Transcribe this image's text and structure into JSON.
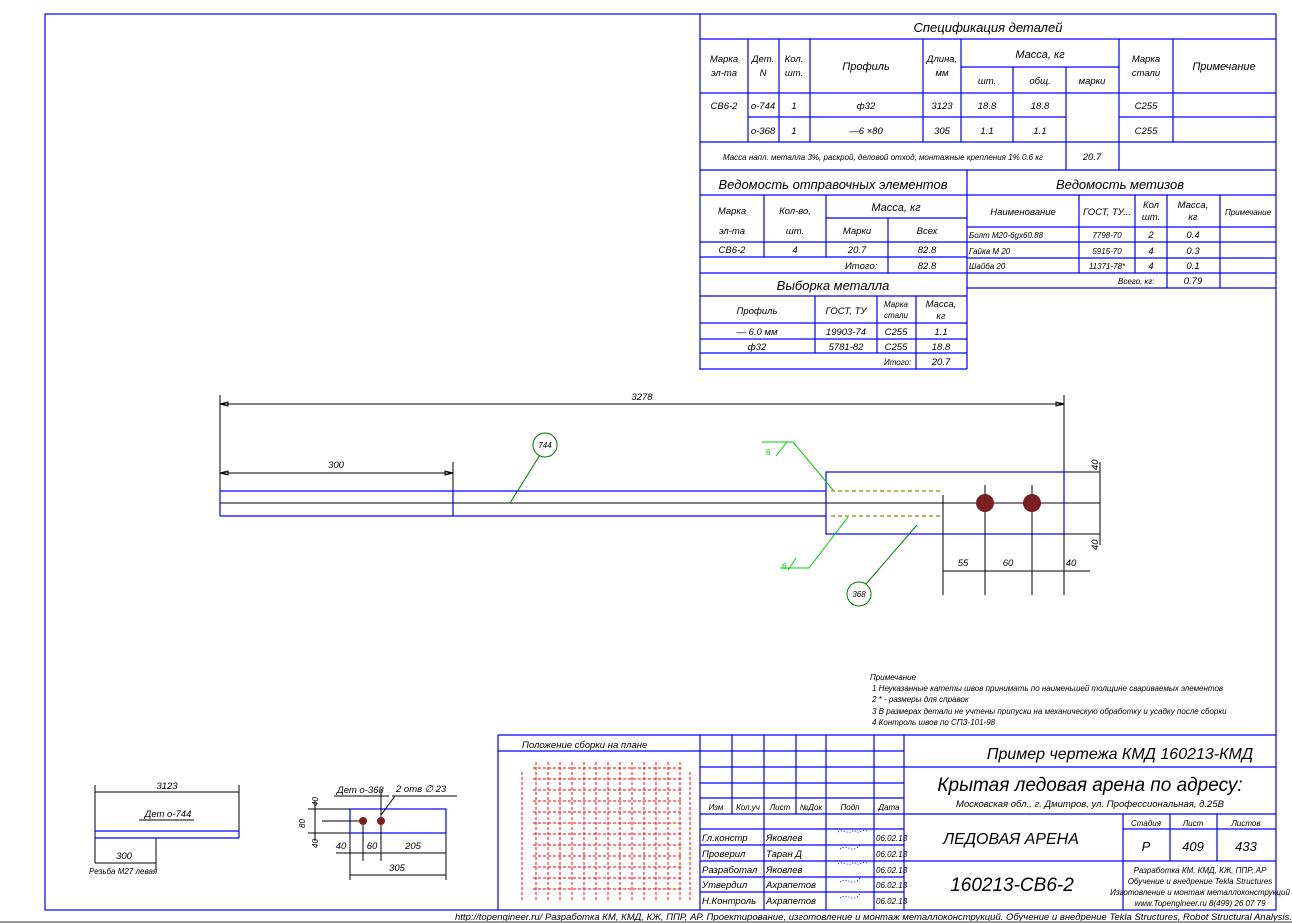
{
  "spec": {
    "title": "Спецификация деталей",
    "h_mark": [
      "Марка",
      "эл-та"
    ],
    "h_det": [
      "Дет.",
      "N"
    ],
    "h_qty": [
      "Кол.",
      "шт."
    ],
    "h_profile": "Профиль",
    "h_length": [
      "Длина,",
      "мм"
    ],
    "h_mass": "Масса, кг",
    "h_mass_unit": "шт.",
    "h_mass_total": "общ.",
    "h_mass_mark": "марки",
    "h_steel": [
      "Марка",
      "стали"
    ],
    "h_note": "Примечание",
    "mark": "СВ6-2",
    "rows": [
      {
        "det": "о-744",
        "qty": "1",
        "profile": "ф32",
        "length": "3123",
        "unit": "18.8",
        "total": "18.8",
        "steel": "С255"
      },
      {
        "det": "о-368",
        "qty": "1",
        "profile": "—6 ×80",
        "length": "305",
        "unit": "1.1",
        "total": "1.1",
        "steel": "С255"
      }
    ],
    "summary": "Масса напл. металла 3%, раскрой, деловой отход, монтажные крепления 1%    0.6 кг",
    "mark_mass": "20.7"
  },
  "shipping": {
    "title": "Ведомость отправочных элементов",
    "h_mark": [
      "Марка",
      "эл-та"
    ],
    "h_qty": [
      "Кол-во,",
      "шт."
    ],
    "h_mass": "Масса, кг",
    "h_marks": "Марки",
    "h_all": "Всех",
    "row": {
      "mark": "СВ6-2",
      "qty": "4",
      "mass": "20.7",
      "all": "82.8"
    },
    "total_label": "Итого:",
    "total": "82.8"
  },
  "metal": {
    "title": "Выборка металла",
    "h_profile": "Профиль",
    "h_gost": "ГОСТ, ТУ",
    "h_steel": [
      "Марка",
      "стали"
    ],
    "h_mass": [
      "Масса,",
      "кг"
    ],
    "rows": [
      {
        "profile": "— 6.0 мм",
        "gost": "19903-74",
        "steel": "С255",
        "mass": "1.1"
      },
      {
        "profile": "ф32",
        "gost": "5781-82",
        "steel": "С255",
        "mass": "18.8"
      }
    ],
    "total_label": "Итого:",
    "total": "20.7"
  },
  "hardware": {
    "title": "Ведомость метизов",
    "h_name": "Наименование",
    "h_gost": "ГОСТ, ТУ...",
    "h_qty": [
      "Кол",
      "шт."
    ],
    "h_mass": [
      "Масса,",
      "кг"
    ],
    "h_note": "Примечание",
    "rows": [
      {
        "name": "Болт М20-6gx60.88",
        "gost": "7798-70",
        "qty": "2",
        "mass": "0.4"
      },
      {
        "name": "Гайка М 20",
        "gost": "5915-70",
        "qty": "4",
        "mass": "0.3"
      },
      {
        "name": "Шайба 20",
        "gost": "11371-78*",
        "qty": "4",
        "mass": "0.1"
      }
    ],
    "total_label": "Всего, кг:",
    "total": "0.79"
  },
  "drawing": {
    "dim_total": "3278",
    "dim_300": "300",
    "dim_40a": "40",
    "dim_40b": "40",
    "dim_55": "55",
    "dim_60": "60",
    "dim_40c": "40",
    "balloon_744": "744",
    "balloon_368": "368",
    "weld_top": "6",
    "weld_bottom": "6"
  },
  "detail_744": {
    "dim_len": "3123",
    "label": "Дет  о-744",
    "dim_300": "300",
    "thread": "Резьба М27 левая"
  },
  "detail_368": {
    "label": "Дет  о-368",
    "holes": "2 отв ∅ 23",
    "dim_40a": "40",
    "dim_80": "80",
    "dim_40b": "40",
    "dim_40": "40",
    "dim_60": "60",
    "dim_205": "205",
    "dim_305": "305"
  },
  "notes": {
    "title": "Примечание",
    "items": [
      "1  Неуказанные катеты швов принимать по наименьшей толщине свариваемых элементов",
      "2  * - размеры для справок",
      "3  В размерах детали не учтены припуски на механическую обработку и усадку после сборки",
      "4  Контроль швов по СПЗ-101-98"
    ]
  },
  "plan": {
    "title": "Положение сборки на плане",
    "grid_color": "#ff0000"
  },
  "titleblock": {
    "headers": [
      "Изм",
      "Кол.уч",
      "Лист",
      "№Док",
      "Подп",
      "Дата"
    ],
    "people": [
      {
        "role": "Гл.констр",
        "name": "Яковлев",
        "date": "06.02.13"
      },
      {
        "role": "Проверил",
        "name": "Таран Д",
        "date": "06.02.13"
      },
      {
        "role": "Разработал",
        "name": "Яковлев",
        "date": "06.02.13"
      },
      {
        "role": "Утвердил",
        "name": "Ахрапетов",
        "date": "06.02.13"
      },
      {
        "role": "Н.Контроль",
        "name": "Ахрапетов",
        "date": "06.02.13"
      }
    ],
    "project": "Пример чертежа КМД   160213-КМД",
    "object": "Крытая ледовая арена по адресу:",
    "address": "Московская обл., г. Дмитров, ул. Профессиональная, д.25В",
    "building": "ЛЕДОВАЯ АРЕНА",
    "sheet_code": "160213-СВ6-2",
    "stage_label": "Стадия",
    "sheet_label": "Лист",
    "sheets_label": "Листов",
    "stage": "Р",
    "sheet": "409",
    "sheets": "433",
    "company": [
      "Разработка КМ, КМД, КЖ, ППР, АР",
      "Обучение и внедрение Tekla Structures",
      "Изготовление и монтаж металлоконструкций",
      "www.Topengineer.ru        8(499) 26 07 79"
    ]
  },
  "footer": "http://topengineer.ru/  Разработка КМ, КМД, КЖ, ППР, АР. Проектирование, изготовление и монтаж металлоконструкций. Обучение и внедрение Tekla Structures, Robot Structural Analysis.",
  "colors": {
    "frame": "#0000ff",
    "weld": "#00cc00",
    "leader": "#007a00",
    "hole": "#7a2020"
  }
}
